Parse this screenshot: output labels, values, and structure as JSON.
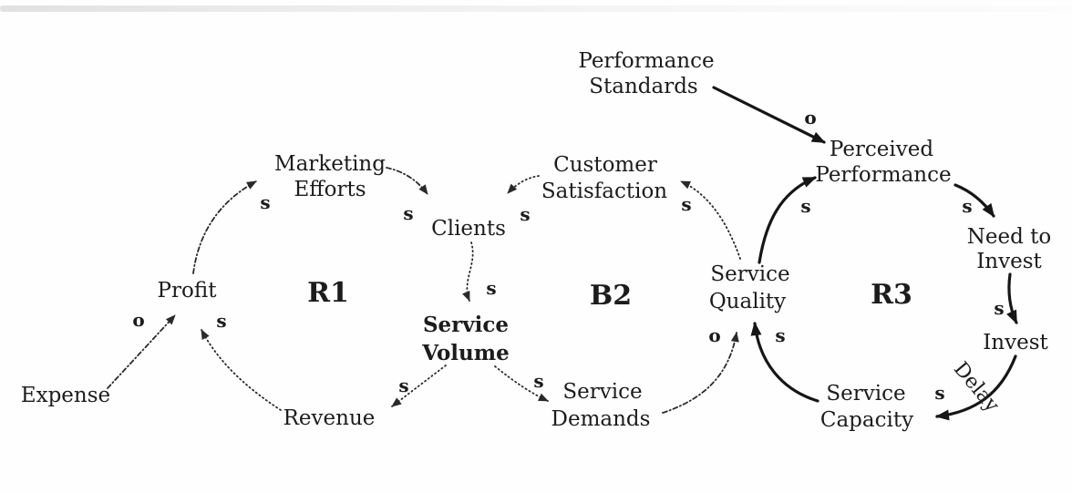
{
  "diagram": {
    "type": "causal-loop-diagram",
    "loops": [
      {
        "id": "R1",
        "label": "R1"
      },
      {
        "id": "B2",
        "label": "B2"
      },
      {
        "id": "R3",
        "label": "R3"
      }
    ],
    "nodes": {
      "expense": {
        "lines": [
          "Expense"
        ]
      },
      "profit": {
        "lines": [
          "Profit"
        ]
      },
      "marketing_efforts": {
        "lines": [
          "Marketing",
          "Efforts"
        ]
      },
      "clients": {
        "lines": [
          "Clients"
        ]
      },
      "service_volume": {
        "lines": [
          "Service",
          "Volume"
        ],
        "emphasis": "bold"
      },
      "revenue": {
        "lines": [
          "Revenue"
        ]
      },
      "customer_satisfaction": {
        "lines": [
          "Customer",
          "Satisfaction"
        ]
      },
      "service_demands": {
        "lines": [
          "Service",
          "Demands"
        ]
      },
      "service_quality": {
        "lines": [
          "Service",
          "Quality"
        ]
      },
      "performance_standards": {
        "lines": [
          "Performance",
          "Standards"
        ]
      },
      "perceived_performance": {
        "lines": [
          "Perceived",
          "Performance"
        ]
      },
      "need_to_invest": {
        "lines": [
          "Need to",
          "Invest"
        ]
      },
      "invest": {
        "lines": [
          "Invest"
        ]
      },
      "service_capacity": {
        "lines": [
          "Service",
          "Capacity"
        ]
      }
    },
    "links": {
      "expense_profit": {
        "sign": "o"
      },
      "revenue_profit": {
        "sign": "s"
      },
      "profit_marketing_efforts": {
        "sign": "s"
      },
      "marketing_efforts_clients": {
        "sign": "s"
      },
      "customer_satisfaction_clients": {
        "sign": "s"
      },
      "clients_service_volume": {
        "sign": "s"
      },
      "service_volume_revenue": {
        "sign": "s"
      },
      "service_volume_service_demands": {
        "sign": "s"
      },
      "service_demands_service_quality": {
        "sign": "o"
      },
      "service_quality_customer_satisfaction": {
        "sign": "s"
      },
      "service_quality_perceived_performance": {
        "sign": "s"
      },
      "performance_standards_perceived_performance": {
        "sign": "o"
      },
      "perceived_performance_need_to_invest": {
        "sign": "s"
      },
      "need_to_invest_invest": {
        "sign": "s"
      },
      "invest_service_capacity": {
        "sign": "s",
        "delay": "Delay"
      },
      "service_capacity_service_quality": {
        "sign": "s"
      }
    },
    "colors": {
      "ink": "#1c1c1c",
      "background": "#fefefe"
    }
  }
}
